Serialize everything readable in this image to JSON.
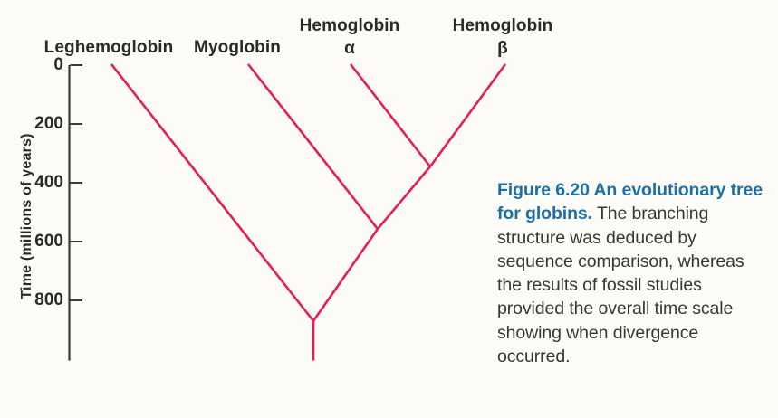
{
  "colors": {
    "branch": "#e31e55",
    "axis": "#3b3a36",
    "text": "#2b2a27",
    "caption_heading": "#1d6fa8",
    "caption_body": "#38372f",
    "background": "#fcfbf7"
  },
  "caption": {
    "heading": "Figure 6.20  An evolutionary tree for globins.",
    "body": "The branching structure was deduced by sequence comparison, whereas the results of fossil studies provided the overall time scale showing when divergence occurred."
  },
  "chart_data": {
    "type": "phylogenetic-tree",
    "title": "An evolutionary tree for globins",
    "ylabel": "Time (millions of years)",
    "y_ticks": [
      "0",
      "200",
      "400",
      "600",
      "800"
    ],
    "y_tick_values": [
      0,
      200,
      400,
      600,
      800
    ],
    "y_range_mya": [
      0,
      1005
    ],
    "tips_time_mya": 0,
    "taxa": [
      {
        "id": "leghemoglobin",
        "label": "Leghemoglobin",
        "sub": "",
        "x": 120,
        "tip_x": 123
      },
      {
        "id": "myoglobin",
        "label": "Myoglobin",
        "sub": "",
        "x": 262,
        "tip_x": 274
      },
      {
        "id": "hemoglobin_alpha",
        "label": "Hemoglobin",
        "sub": "α",
        "x": 386,
        "tip_x": 387
      },
      {
        "id": "hemoglobin_beta",
        "label": "Hemoglobin",
        "sub": "β",
        "x": 555,
        "tip_x": 558
      }
    ],
    "divergences": [
      {
        "id": "alpha_beta_split",
        "label": "hemoglobin alpha/beta divergence",
        "time_mya": 345,
        "x": 475
      },
      {
        "id": "myoglobin_split",
        "label": "myoglobin/hemoglobin divergence",
        "time_mya": 557,
        "x": 417
      },
      {
        "id": "root",
        "label": "leghemoglobin divergence (root)",
        "time_mya": 870,
        "x": 346
      },
      {
        "id": "stem_base",
        "label": "ancestral stem base",
        "time_mya": 1005,
        "x": 346
      }
    ],
    "edges": [
      [
        "leghemoglobin",
        "root"
      ],
      [
        "myoglobin",
        "myoglobin_split"
      ],
      [
        "hemoglobin_alpha",
        "alpha_beta_split"
      ],
      [
        "hemoglobin_beta",
        "alpha_beta_split"
      ],
      [
        "alpha_beta_split",
        "myoglobin_split"
      ],
      [
        "myoglobin_split",
        "root"
      ],
      [
        "root",
        "stem_base"
      ]
    ],
    "legend_position": "none",
    "grid": false
  }
}
